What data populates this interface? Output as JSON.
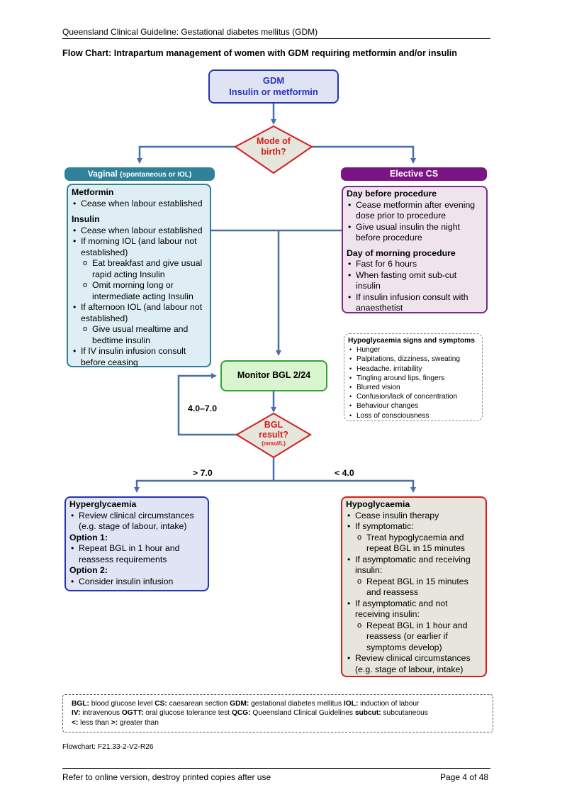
{
  "header": {
    "text": "Queensland Clinical Guideline: Gestational diabetes mellitus (GDM)"
  },
  "title": "Flow Chart: Intrapartum management of women with GDM requiring metformin and/or insulin",
  "start": {
    "line1": "GDM",
    "line2": "Insulin or metformin"
  },
  "mode_decision": {
    "line1": "Mode of",
    "line2": "birth?"
  },
  "vaginal": {
    "label": "Vaginal",
    "label_sub": "(spontaneous or IOL)",
    "metformin_heading": "Metformin",
    "metformin_items": [
      "Cease when labour established"
    ],
    "insulin_heading": "Insulin",
    "insulin_items": [
      {
        "text": "Cease when labour established",
        "level": 1
      },
      {
        "text": "If morning IOL (and labour not established)",
        "level": 1
      },
      {
        "text": "Eat breakfast and give usual rapid acting Insulin",
        "level": 2
      },
      {
        "text": "Omit morning long or intermediate acting Insulin",
        "level": 2
      },
      {
        "text": "If afternoon IOL (and labour not established)",
        "level": 1
      },
      {
        "text": "Give usual mealtime and bedtime insulin",
        "level": 2
      },
      {
        "text": "If IV insulin infusion consult before ceasing",
        "level": 1
      }
    ]
  },
  "elective_cs": {
    "label": "Elective CS",
    "day_before_heading": "Day before procedure",
    "day_before_items": [
      "Cease metformin after evening dose prior to procedure",
      "Give usual insulin the night before procedure"
    ],
    "day_of_heading": "Day of morning procedure",
    "day_of_items": [
      "Fast for 6 hours",
      "When fasting omit sub-cut insulin",
      "If insulin infusion consult with anaesthetist"
    ]
  },
  "hypo_signs": {
    "heading": "Hypoglycaemia signs and symptoms",
    "items": [
      "Hunger",
      "Palpitations, dizziness, sweating",
      "Headache, irritability",
      "Tingling around lips, fingers",
      "Blurred vision",
      "Confusion/lack of concentration",
      "Behaviour changes",
      "Loss of consciousness"
    ]
  },
  "monitor": {
    "label": "Monitor BGL 2/24"
  },
  "bgl_decision": {
    "line1": "BGL",
    "line2": "result?",
    "unit": "(mmol/L)"
  },
  "edge_labels": {
    "in_range": "4.0–7.0",
    "high": "> 7.0",
    "low": "< 4.0"
  },
  "hyperglycaemia": {
    "heading": "Hyperglycaemia",
    "items": [
      "Review clinical circumstances (e.g. stage of labour, intake)"
    ],
    "option1_heading": "Option 1:",
    "option1_items": [
      "Repeat BGL in 1 hour and reassess requirements"
    ],
    "option2_heading": "Option 2:",
    "option2_items": [
      "Consider insulin infusion"
    ]
  },
  "hypoglycaemia": {
    "heading": "Hypoglycaemia",
    "items": [
      {
        "text": "Cease insulin therapy",
        "level": 1
      },
      {
        "text": "If symptomatic:",
        "level": 1
      },
      {
        "text": "Treat hypoglycaemia and repeat BGL in 15 minutes",
        "level": 2
      },
      {
        "text": "If asymptomatic and receiving insulin:",
        "level": 1
      },
      {
        "text": "Repeat BGL in 15 minutes and reassess",
        "level": 2
      },
      {
        "text": "If asymptomatic and not receiving insulin:",
        "level": 1
      },
      {
        "text": "Repeat BGL in 1 hour and reassess (or earlier if symptoms develop)",
        "level": 2
      },
      {
        "text": "Review clinical circumstances (e.g. stage of labour, intake)",
        "level": 1
      }
    ]
  },
  "legend": [
    [
      {
        "abbr": "BGL:",
        "text": " blood glucose level "
      },
      {
        "abbr": "CS:",
        "text": " caesarean section "
      },
      {
        "abbr": "GDM:",
        "text": " gestational diabetes mellitus "
      },
      {
        "abbr": "IOL:",
        "text": " induction of labour"
      }
    ],
    [
      {
        "abbr": "IV:",
        "text": " intravenous "
      },
      {
        "abbr": "OGTT:",
        "text": " oral glucose tolerance test "
      },
      {
        "abbr": "QCG:",
        "text": " Queensland Clinical Guidelines "
      },
      {
        "abbr": "subcut:",
        "text": " subcutaneous"
      }
    ],
    [
      {
        "abbr": "<:",
        "text": " less than "
      },
      {
        "abbr": ">:",
        "text": " greater than"
      }
    ]
  ],
  "flowchart_code": "Flowchart: F21.33-2-V2-R26",
  "footer": {
    "left": "Refer to online version, destroy printed copies after use",
    "right": "Page 4 of 48"
  },
  "colors": {
    "arrow": "#4a6fa8",
    "start_border": "#2436b5",
    "decision_border": "#d11f1f",
    "decision_fill": "#e6e6dc",
    "vaginal": "#2f8299",
    "elective_cs": "#7b1585",
    "monitor_border": "#36a232",
    "hypo_border": "#d11f1f"
  }
}
